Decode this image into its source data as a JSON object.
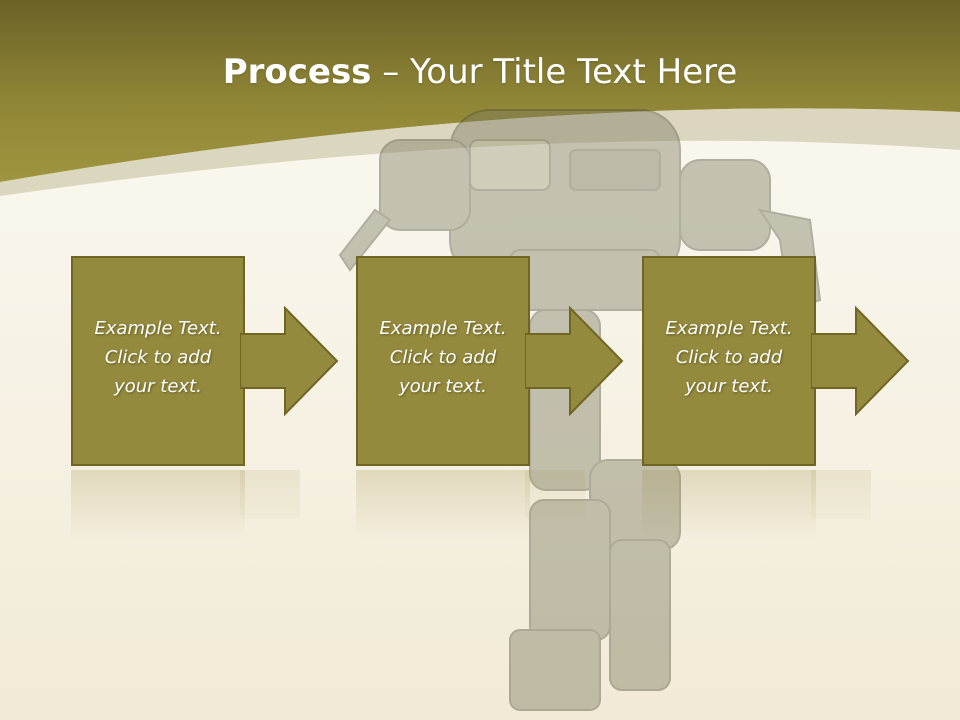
{
  "slide": {
    "title_bold": "Process",
    "title_rest": " – Your Title Text Here"
  },
  "steps": [
    {
      "line1": "Example Text.",
      "line2": "Click  to add",
      "line3": "your text."
    },
    {
      "line1": "Example Text.",
      "line2": "Click  to add",
      "line3": "your text."
    },
    {
      "line1": "Example Text.",
      "line2": "Click  to add",
      "line3": "your text."
    }
  ],
  "icons": {
    "arrow": "arrow-right-icon",
    "robot": "robot-illustration"
  },
  "colors": {
    "header": "#948a3d",
    "header_dark": "#6b6228",
    "step_fill": "#948a3d",
    "step_border": "#6f6624",
    "background": "#f5f0e2",
    "text": "#ffffff"
  }
}
